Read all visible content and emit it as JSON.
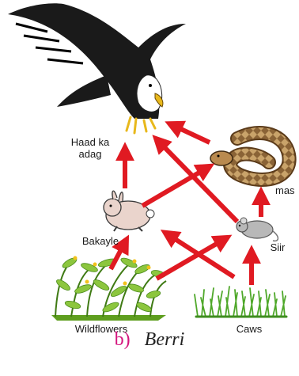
{
  "labels": {
    "eagle": "Haad ka adag",
    "snake": "mas",
    "rabbit": "Bakayle",
    "mouse": "Siir",
    "flowers": "Wildflowers",
    "grass": "Caws"
  },
  "caption": {
    "letter": "b",
    "paren": ")",
    "word": "Berri"
  },
  "arrows": [
    {
      "from": "rabbit",
      "to": "eagle"
    },
    {
      "from": "rabbit",
      "to": "snake"
    },
    {
      "from": "mouse",
      "to": "eagle"
    },
    {
      "from": "mouse",
      "to": "snake"
    },
    {
      "from": "snake",
      "to": "eagle"
    },
    {
      "from": "flowers",
      "to": "rabbit"
    },
    {
      "from": "flowers",
      "to": "mouse"
    },
    {
      "from": "grass",
      "to": "rabbit"
    },
    {
      "from": "grass",
      "to": "mouse"
    }
  ],
  "colors": {
    "arrow": "#e01a22",
    "caption_accent": "#d4157e"
  }
}
